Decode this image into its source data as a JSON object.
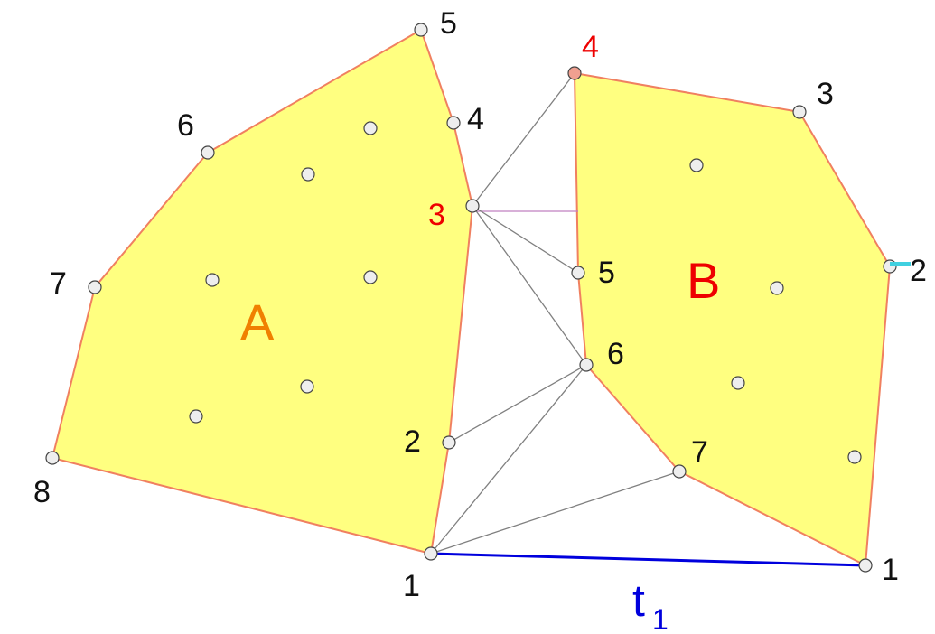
{
  "polygon_a": {
    "name": "A",
    "vertex_labels": [
      "1",
      "2",
      "3",
      "4",
      "5",
      "6",
      "7",
      "8"
    ],
    "highlight_vertex": "3"
  },
  "polygon_b": {
    "name": "B",
    "vertex_labels": [
      "1",
      "2",
      "3",
      "4",
      "5",
      "6",
      "7"
    ],
    "highlight_vertex": "4"
  },
  "tangent": {
    "label": "t",
    "subscript": "1"
  },
  "colors": {
    "polygon_fill": "#ffff80",
    "polygon_edge": "#f08060",
    "label_a": "#f08000",
    "label_b": "#ee0000",
    "highlight": "#ee0000",
    "tangent": "#0000dd",
    "connector": "#808080"
  }
}
